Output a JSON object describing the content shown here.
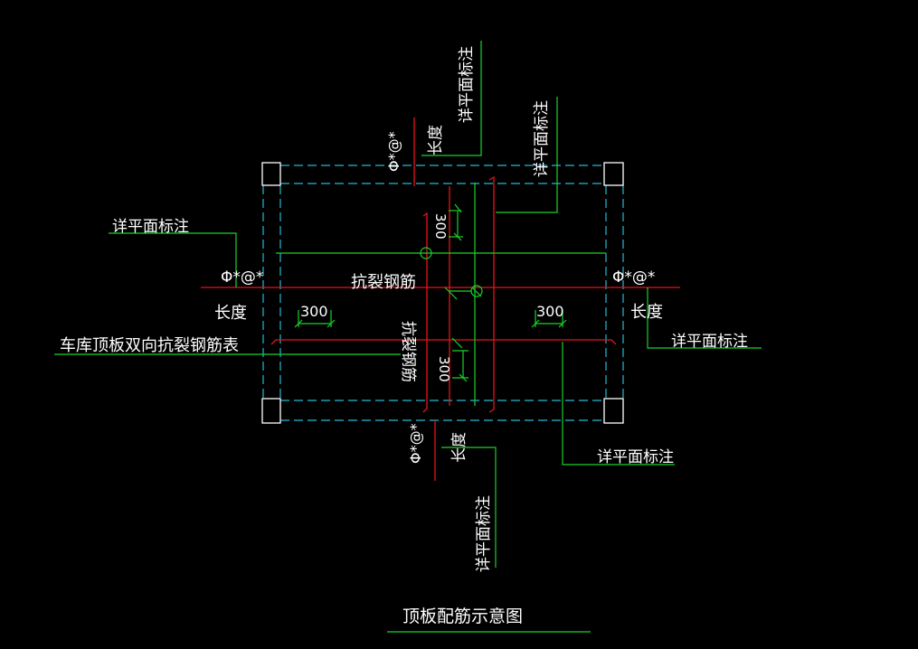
{
  "drawing": {
    "title": "顶板配筋示意图",
    "table_label": "车库顶板双向抗裂钢筋表",
    "rebar_h_label": "抗裂钢筋",
    "rebar_v_label": "抗裂钢筋",
    "note_left": "详平面标注",
    "note_right": "详平面标注",
    "note_bottom_right": "详平面标注",
    "note_top_a": "详平面标注",
    "note_top_b": "详平面标注",
    "note_bottom": "详平面标注",
    "spec_left": "Φ*@*",
    "len_left": "长度",
    "spec_right": "Φ*@*",
    "len_right": "长度",
    "spec_top": "Φ*@*",
    "len_top": "长度",
    "spec_bottom": "Φ*@*",
    "len_bottom": "长度",
    "dim_left": "300",
    "dim_right": "300",
    "dim_top": "300",
    "dim_bottom": "300"
  },
  "colors": {
    "background": "#000000",
    "rebar": "#e8121c",
    "dimension": "#19d22b",
    "beam_outline": "#23b9d6",
    "column": "#ffffff",
    "text": "#ffffff"
  }
}
